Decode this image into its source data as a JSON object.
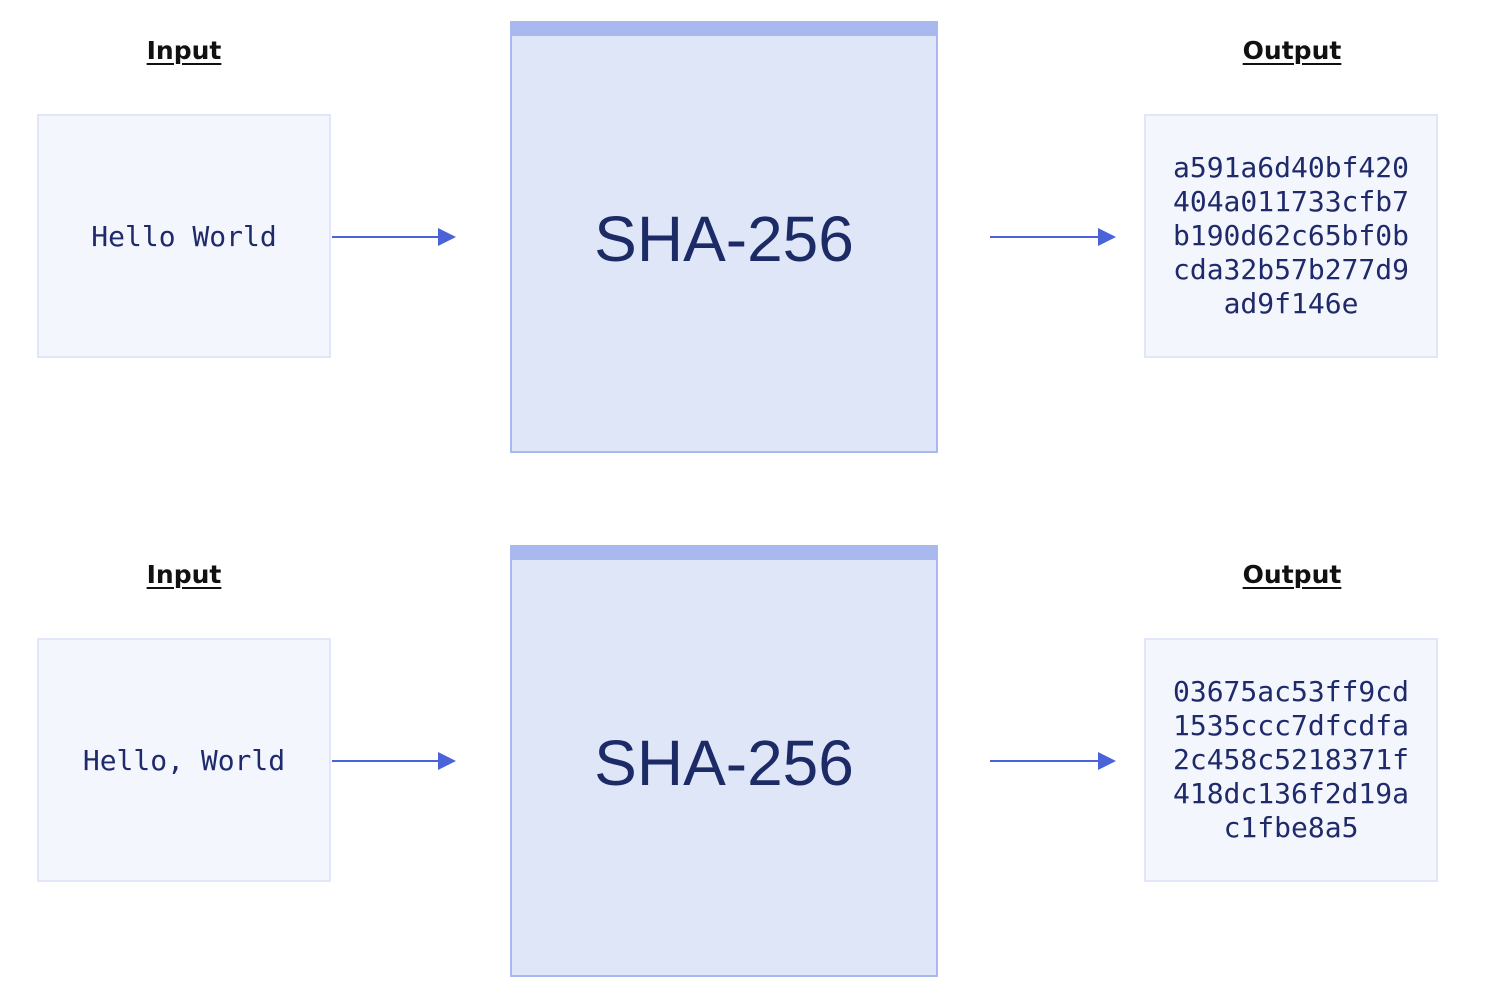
{
  "colors": {
    "accent": "#4a63d8",
    "box_fill": "#dfe6f8",
    "box_border": "#a9b8ee",
    "io_fill": "#f4f6fd",
    "text": "#1f2a6b"
  },
  "examples": [
    {
      "input_heading": "Input",
      "input_text": "Hello World",
      "algorithm": "SHA-256",
      "output_heading": "Output",
      "output_hash": "a591a6d40bf420404a011733cfb7b190d62c65bf0bcda32b57b277d9ad9f146e"
    },
    {
      "input_heading": "Input",
      "input_text": "Hello, World",
      "algorithm": "SHA-256",
      "output_heading": "Output",
      "output_hash": "03675ac53ff9cd1535ccc7dfcdfa2c458c5218371f418dc136f2d19ac1fbe8a5"
    }
  ]
}
